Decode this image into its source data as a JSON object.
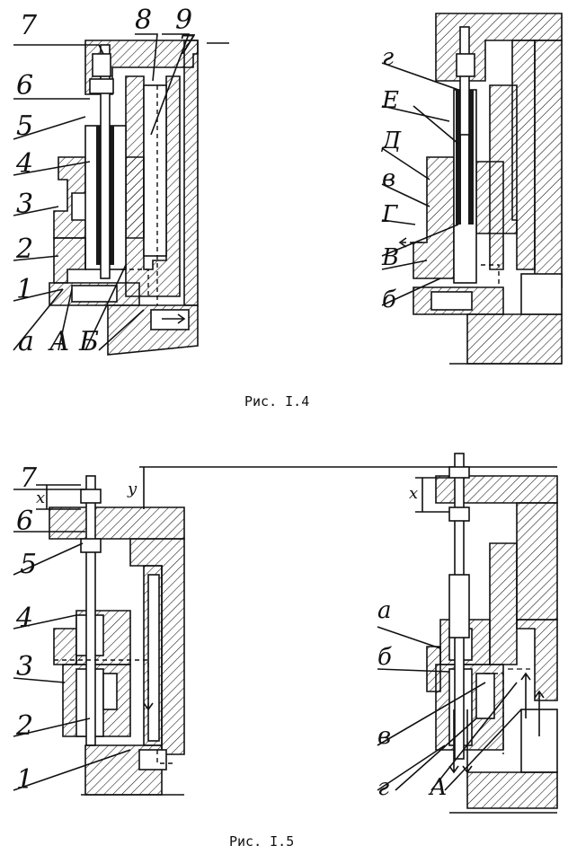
{
  "figure_1_4": {
    "caption": "Рис. I.4",
    "left_labels": {
      "l7": "7",
      "l6": "6",
      "l5": "5",
      "l4": "4",
      "l3": "3",
      "l2": "2",
      "l1": "1",
      "l8": "8",
      "l9": "9",
      "l7b": "7",
      "la": "а",
      "lA": "А",
      "lB": "Б"
    },
    "right_labels": {
      "lg": "г",
      "lE": "Е",
      "lD": "Д",
      "lv": "в",
      "lG": "Г",
      "lV": "В",
      "lb": "б"
    }
  },
  "figure_1_5": {
    "caption": "Рис. I.5",
    "left_labels": {
      "l7": "7",
      "l6": "6",
      "l5": "5",
      "l4": "4",
      "l3": "3",
      "l2": "2",
      "l1": "1",
      "lx": "x",
      "ly": "y"
    },
    "right_labels": {
      "lx": "x",
      "la": "а",
      "lb": "б",
      "lv": "в",
      "lg": "г",
      "lA": "А"
    }
  }
}
